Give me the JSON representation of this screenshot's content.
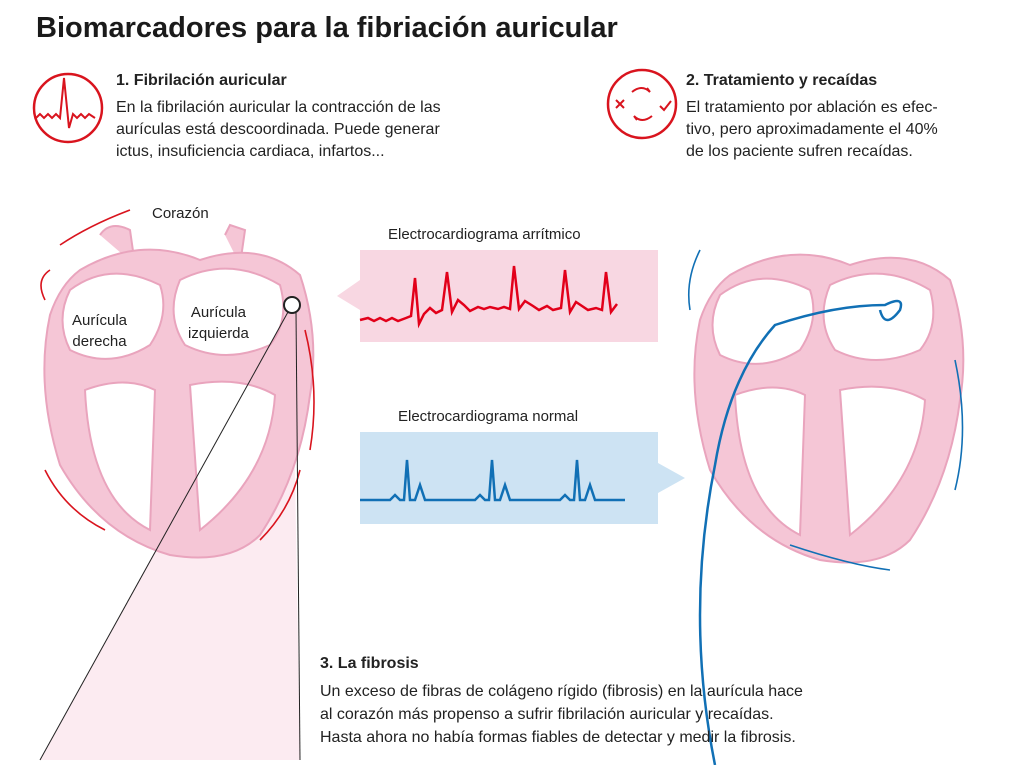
{
  "title": "Biomarcadores para la fibriación auricular",
  "section1": {
    "icon": "ecg-pulse-icon",
    "title": "1. Fibrilación auricular",
    "lines": [
      "En la fibrilación auricular la contracción de las",
      "aurículas está descoordinada. Puede generar",
      "ictus, insuficiencia cardiaca, infartos..."
    ]
  },
  "section2": {
    "icon": "treatment-cycle-icon",
    "title": "2. Tratamiento y recaídas",
    "lines": [
      "El tratamiento por ablación es efec-",
      "tivo, pero aproximadamente el 40%",
      "de los paciente sufren recaídas."
    ]
  },
  "section3": {
    "title": "3. La fibrosis",
    "lines": [
      "Un exceso de fibras de colágeno rígido (fibrosis) en la aurícula hace",
      "al corazón más propenso a sufrir fibrilación auricular y recaídas.",
      "Hasta ahora no había formas fiables de detectar y medir la fibrosis."
    ]
  },
  "heart": {
    "label": "Corazón",
    "right_atrium": [
      "Aurícula",
      "derecha"
    ],
    "left_atrium": [
      "Aurícula",
      "izquierda"
    ]
  },
  "ecg_arrhythmic": {
    "label": "Electrocardiograma arrítmico",
    "color": "#e2001a",
    "bg": "#f8d7e2"
  },
  "ecg_normal": {
    "label": "Electrocardiograma normal",
    "color": "#1170b5",
    "bg": "#cde3f3"
  },
  "colors": {
    "accent": "#d9141e",
    "heart": "#f5c6d6",
    "heart_outline": "#e9a4bd"
  }
}
